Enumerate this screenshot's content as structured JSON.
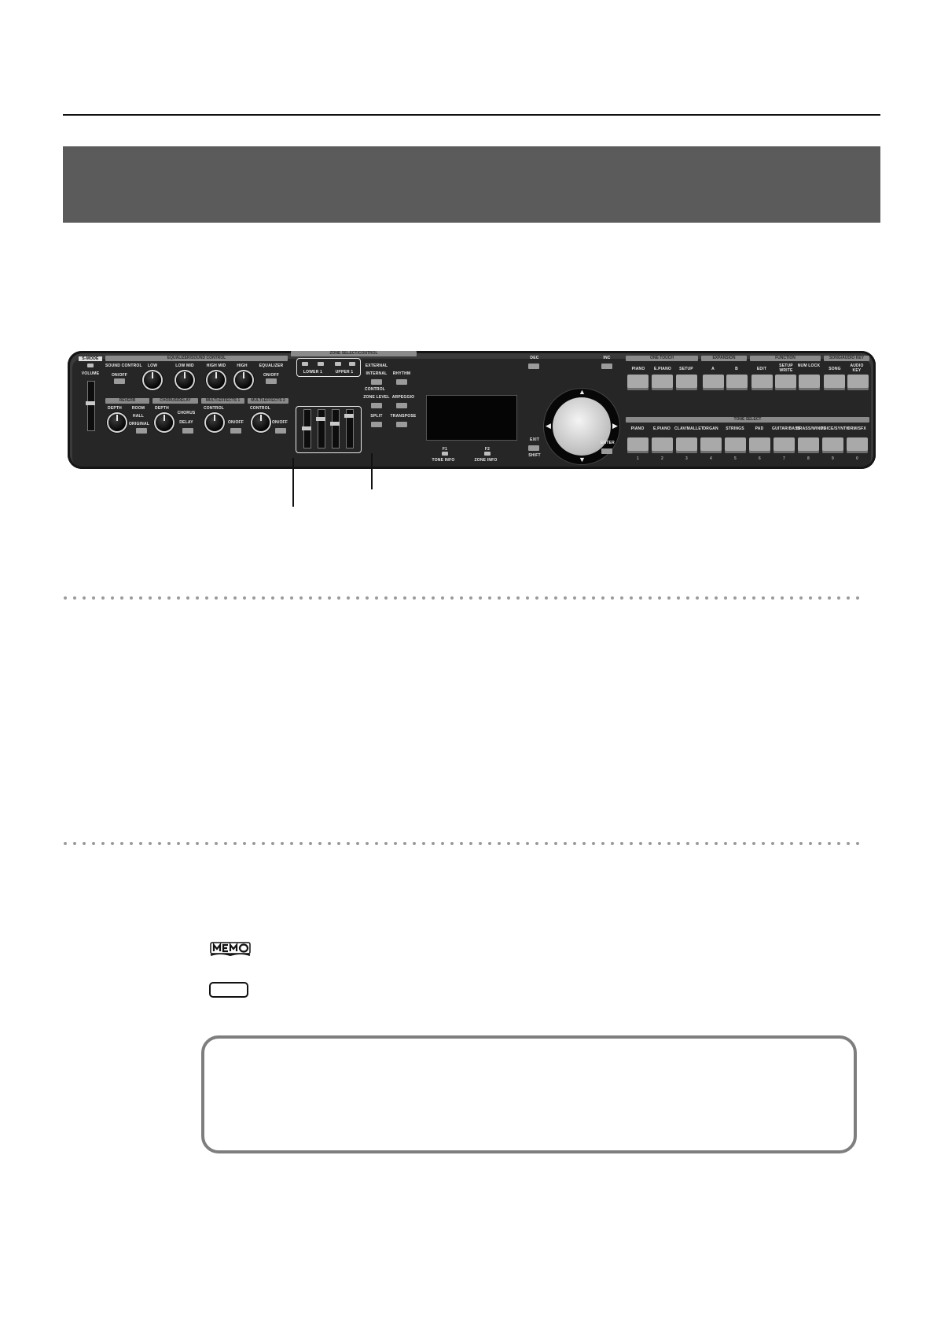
{
  "panel": {
    "sections": {
      "equalizer": "EQUALIZER/SOUND CONTROL",
      "zone_control": "ZONE SELECT/CONTROL",
      "one_touch": "ONE TOUCH",
      "expansion": "EXPANSION",
      "function": "FUNCTION",
      "song_audio": "SONG/AUDIO KEY",
      "tone_select": "TONE SELECT",
      "reverb": "REVERB",
      "chorus_delay": "CHORUS/DELAY",
      "multi_effects_1": "MULTI-EFFECTS 1",
      "multi_effects_2": "MULTI-EFFECTS 2"
    },
    "labels": {
      "s_mode": "S-MODE",
      "volume": "VOLUME",
      "sound_control": "SOUND CONTROL",
      "on_off": "ON/OFF",
      "low": "LOW",
      "low_mid": "LOW MID",
      "high_mid": "HIGH MID",
      "high": "HIGH",
      "equalizer": "EQUALIZER",
      "depth": "DEPTH",
      "room": "ROOM",
      "hall": "HALL",
      "original": "ORIGINAL",
      "chorus": "CHORUS",
      "delay": "DELAY",
      "control": "CONTROL",
      "lower1": "LOWER 1",
      "upper1": "UPPER 1",
      "external": "EXTERNAL",
      "internal": "INTERNAL",
      "rhythm": "RHYTHM",
      "zone_level": "ZONE LEVEL",
      "arpeggio": "ARPEGGIO",
      "split": "SPLIT",
      "transpose": "TRANSPOSE",
      "f1": "F1",
      "f2": "F2",
      "tone_info": "TONE INFO",
      "zone_info": "ZONE INFO",
      "dec": "DEC",
      "inc": "INC",
      "exit": "EXIT",
      "shift": "SHIFT",
      "enter": "ENTER",
      "piano": "PIANO",
      "e_piano": "E.PIANO",
      "setup": "SETUP",
      "a": "A",
      "b": "B",
      "edit": "EDIT",
      "setup_write": "SETUP WRITE",
      "num_lock": "NUM LOCK",
      "song": "SONG",
      "audio_key": "AUDIO KEY"
    },
    "tone_buttons": [
      "PIANO",
      "E.PIANO",
      "CLAV/MALLET",
      "ORGAN",
      "STRINGS",
      "PAD",
      "GUITAR/BASS",
      "BRASS/WINDS",
      "VOICE/SYNTH",
      "DRM/SFX"
    ],
    "tone_numbers": [
      "1",
      "2",
      "3",
      "4",
      "5",
      "6",
      "7",
      "8",
      "9",
      "0"
    ]
  }
}
